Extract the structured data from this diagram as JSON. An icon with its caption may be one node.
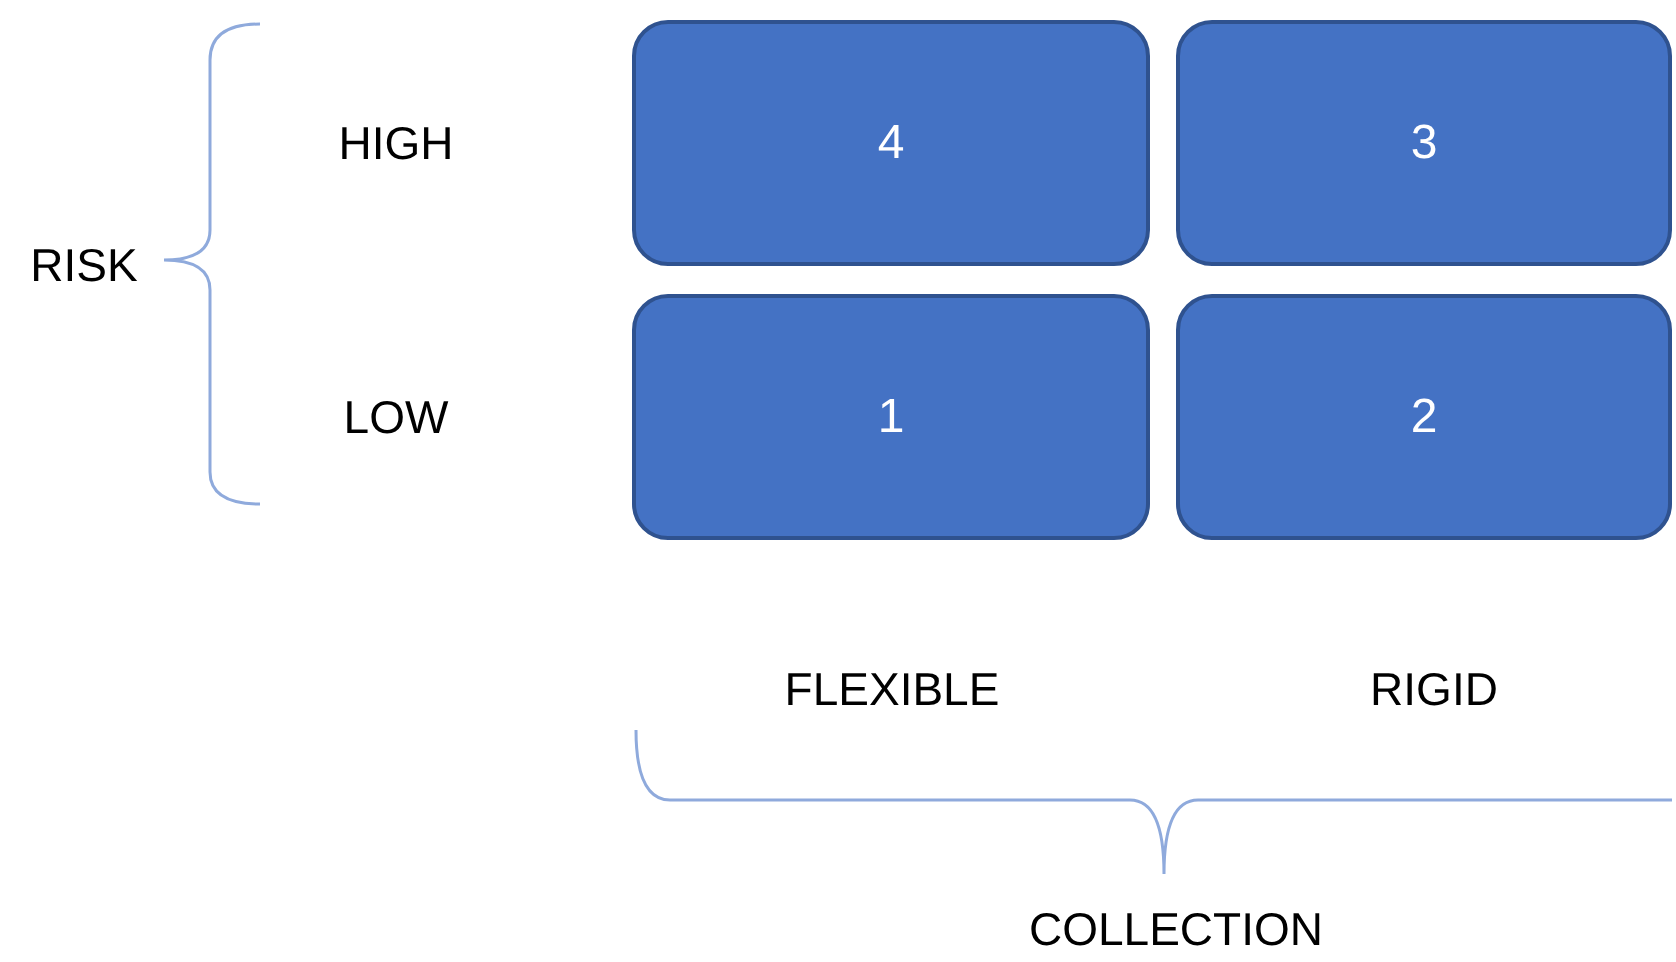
{
  "diagram": {
    "nodes": [
      {
        "text": [
          "4"
        ]
      },
      {
        "text": [
          "3"
        ]
      },
      {
        "text": [
          "1"
        ]
      },
      {
        "text": [
          "2"
        ]
      }
    ],
    "labels": [
      "HIGH",
      "RISK",
      "LOW",
      "FLEXIBLE",
      "RIGID",
      "COLLECTION"
    ]
  }
}
